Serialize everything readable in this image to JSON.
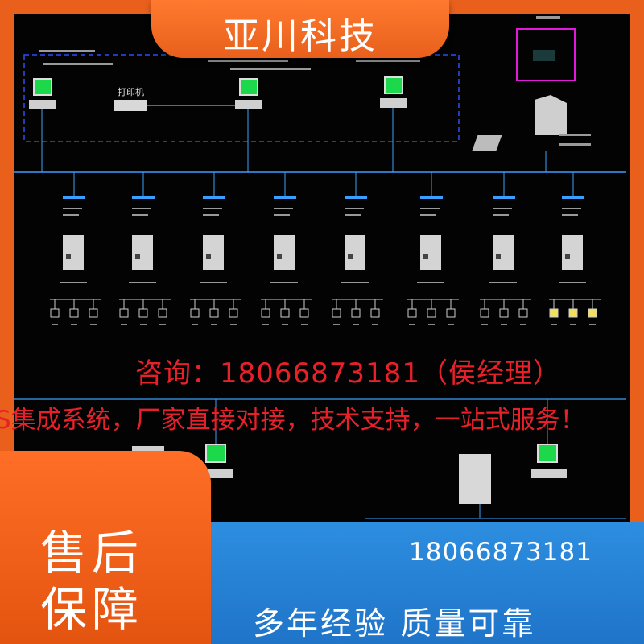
{
  "header": {
    "brand": "亚川科技"
  },
  "diagram": {
    "printer_label": "打印机"
  },
  "overlay": {
    "consult": "咨询：18066873181（侯经理）",
    "tagline": "S集成系统，厂家直接对接，技术支持，一站式服务！"
  },
  "footer": {
    "phone": "18066873181",
    "slogan": "多年经验  质量可靠",
    "badge_line1": "售后",
    "badge_line2": "保障"
  },
  "colors": {
    "frame": "#e8601c",
    "accent_red": "#e8202a",
    "blue_bar": "#2488d8",
    "cad_bg": "#030303"
  }
}
